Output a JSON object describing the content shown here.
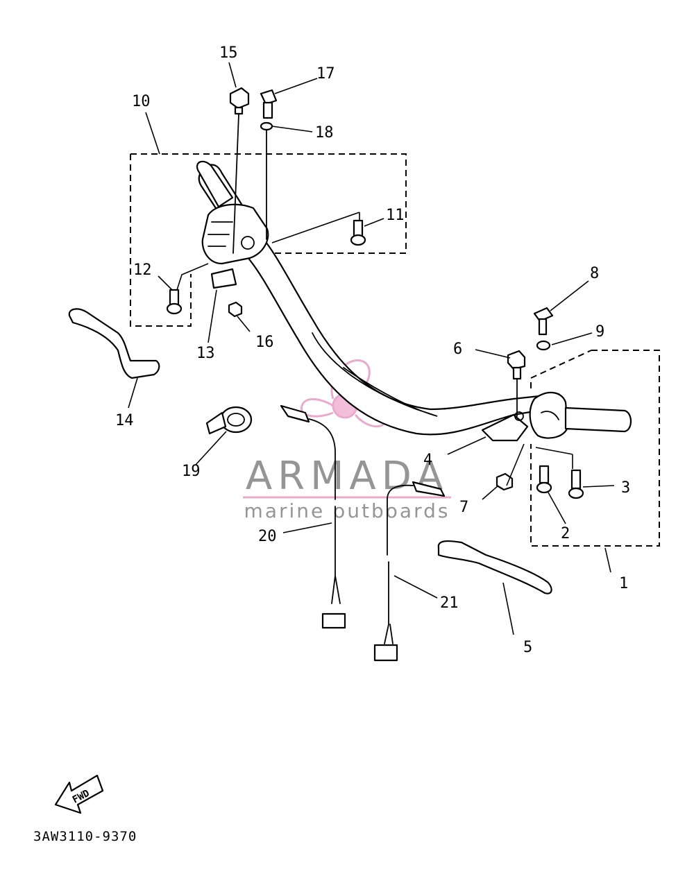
{
  "callouts": {
    "c1": "1",
    "c2": "2",
    "c3": "3",
    "c4": "4",
    "c5": "5",
    "c6": "6",
    "c7": "7",
    "c8": "8",
    "c9": "9",
    "c10": "10",
    "c11": "11",
    "c12": "12",
    "c13": "13",
    "c14": "14",
    "c15": "15",
    "c16": "16",
    "c17": "17",
    "c18": "18",
    "c19": "19",
    "c20": "20",
    "c21": "21"
  },
  "fwd_label": "FWD",
  "diagram_code": "3AW3110-9370",
  "watermark": {
    "brand": "ARMADA",
    "tagline": "marine outboards",
    "accent_color": "#e6a3c8"
  }
}
